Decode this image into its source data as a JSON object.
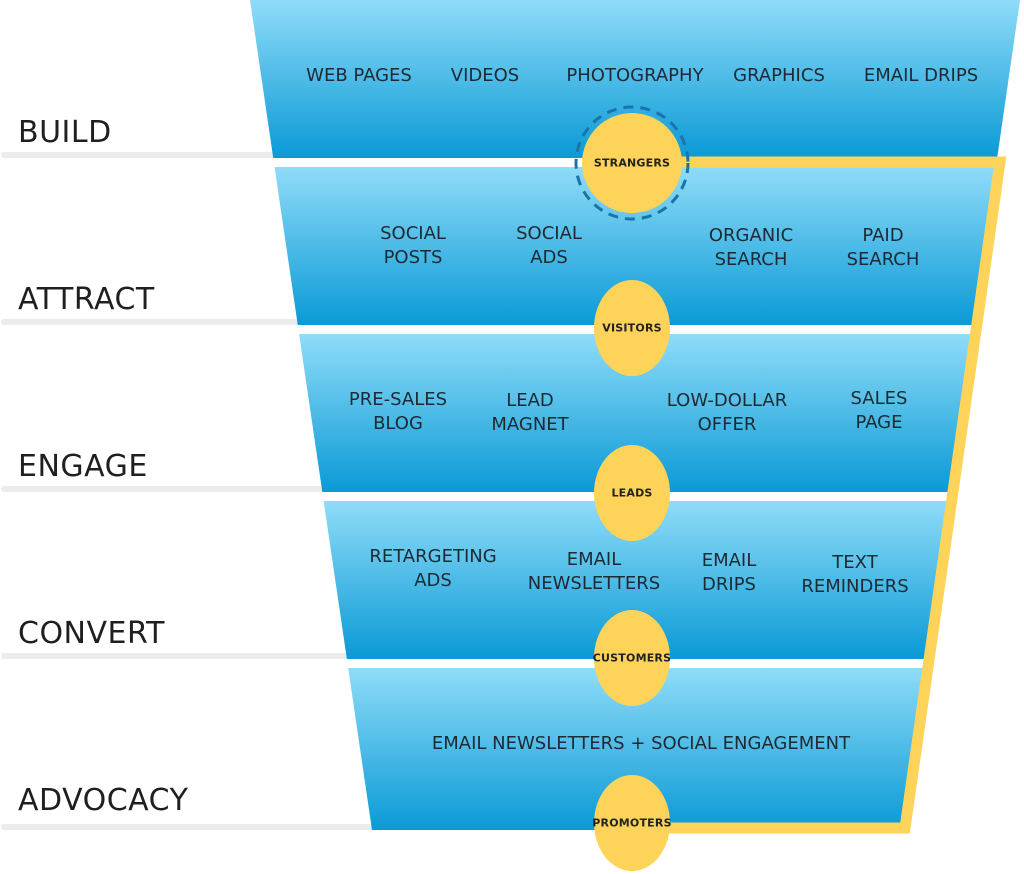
{
  "title": "Marketing Funnel",
  "colors": {
    "funnel_top": "#8fdcf8",
    "funnel_bottom": "#0a9ad6",
    "circle": "#fdd35a",
    "bracket": "#fdd35a",
    "divider": "#ececec",
    "dashed_ring": "#1b74a8",
    "text": "#1d2a33"
  },
  "stages": [
    {
      "label": "BUILD",
      "circle": "STRANGERS",
      "items": [
        "WEB PAGES",
        "VIDEOS",
        "PHOTOGRAPHY",
        "GRAPHICS",
        "EMAIL DRIPS"
      ]
    },
    {
      "label": "ATTRACT",
      "circle": "VISITORS",
      "items": [
        "SOCIAL\nPOSTS",
        "SOCIAL\nADS",
        "ORGANIC\nSEARCH",
        "PAID\nSEARCH"
      ]
    },
    {
      "label": "ENGAGE",
      "circle": "LEADS",
      "items": [
        "PRE-SALES\nBLOG",
        "LEAD\nMAGNET",
        "LOW-DOLLAR\nOFFER",
        "SALES\nPAGE"
      ]
    },
    {
      "label": "CONVERT",
      "circle": "CUSTOMERS",
      "items": [
        "RETARGETING\nADS",
        "EMAIL\nNEWSLETTERS",
        "EMAIL\nDRIPS",
        "TEXT\nREMINDERS"
      ]
    },
    {
      "label": "ADVOCACY",
      "circle": "PROMOTERS",
      "items": [
        "EMAIL NEWSLETTERS + SOCIAL ENGAGEMENT"
      ]
    }
  ]
}
